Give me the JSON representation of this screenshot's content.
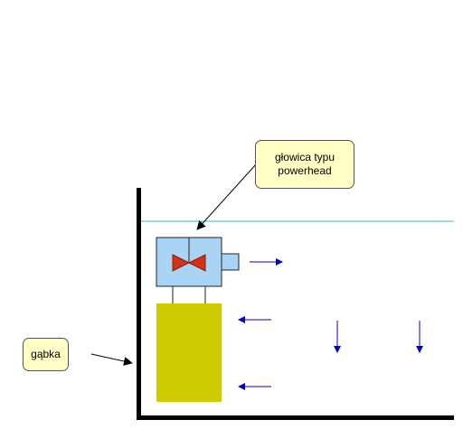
{
  "labels": {
    "powerhead_line1": "głowica typu",
    "powerhead_line2": "powerhead",
    "sponge": "gąbka"
  },
  "colors": {
    "callout_fill": "#ffffc6",
    "water_line": "#39b6c8",
    "pump_body": "#a9d4f5",
    "valve": "#d23314",
    "sponge": "#cccc00",
    "flow_arrows": "#0000cc",
    "tank_wall": "#000000"
  },
  "flow_arrows": [
    {
      "direction": "right"
    },
    {
      "direction": "left"
    },
    {
      "direction": "left"
    },
    {
      "direction": "down"
    },
    {
      "direction": "down"
    }
  ]
}
